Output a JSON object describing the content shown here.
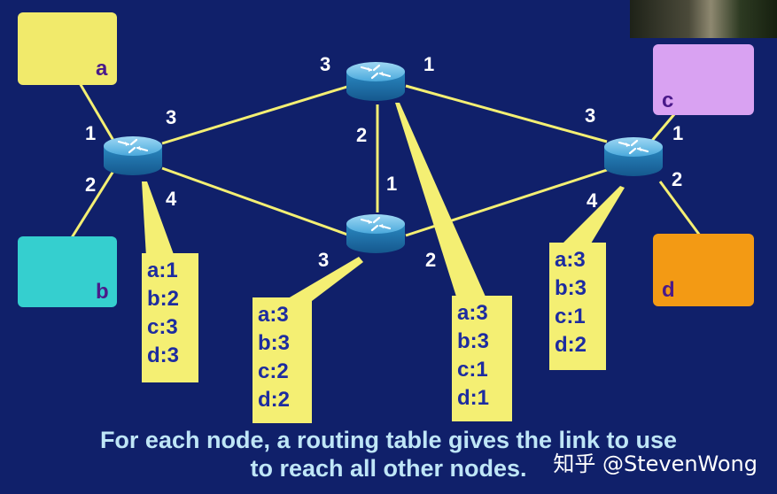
{
  "hosts": [
    {
      "id": "a",
      "label": "a",
      "color": "#f1ea6b"
    },
    {
      "id": "b",
      "label": "b",
      "color": "#35cfcf"
    },
    {
      "id": "c",
      "label": "c",
      "color": "#d9a2f2"
    },
    {
      "id": "d",
      "label": "d",
      "color": "#f39a14"
    }
  ],
  "ports": {
    "r_left": {
      "p1": "1",
      "p2": "2",
      "p3": "3",
      "p4": "4"
    },
    "r_top": {
      "p1": "1",
      "p2": "2",
      "p3": "3"
    },
    "r_mid": {
      "p1": "1",
      "p2": "2",
      "p3": "3"
    },
    "r_right": {
      "p1": "1",
      "p2": "2",
      "p3": "3",
      "p4": "4"
    }
  },
  "tables": {
    "r_left": [
      "a:1",
      "b:2",
      "c:3",
      "d:3"
    ],
    "r_mid": [
      "a:3",
      "b:3",
      "c:2",
      "d:2"
    ],
    "r_top": [
      "a:3",
      "b:3",
      "c:1",
      "d:1"
    ],
    "r_right": [
      "a:3",
      "b:3",
      "c:1",
      "d:2"
    ]
  },
  "caption": {
    "line1": "For each node, a routing table gives the link to use",
    "line2": "to reach all other nodes."
  },
  "watermark": "知乎 @StevenWong",
  "colors": {
    "background": "#10206a",
    "link": "#f4ef73",
    "router": "#2e8fc4",
    "table_text": "#1d2ca0"
  }
}
